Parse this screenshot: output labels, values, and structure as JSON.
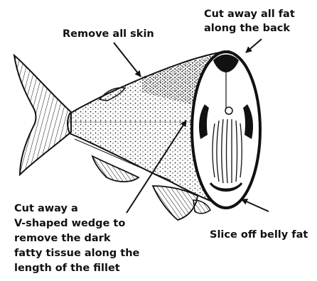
{
  "diagram": {
    "labels": {
      "remove_skin": "Remove all skin",
      "cut_back_line1": "Cut away all fat",
      "cut_back_line2": "along the back",
      "v_wedge_line1": "Cut away a",
      "v_wedge_line2": "V-shaped wedge to",
      "v_wedge_line3": "remove the dark",
      "v_wedge_line4": "fatty tissue along the",
      "v_wedge_line5": "length of the fillet",
      "belly_fat": "Slice off belly fat"
    },
    "colors": {
      "ink": "#111111",
      "background": "#ffffff"
    }
  }
}
